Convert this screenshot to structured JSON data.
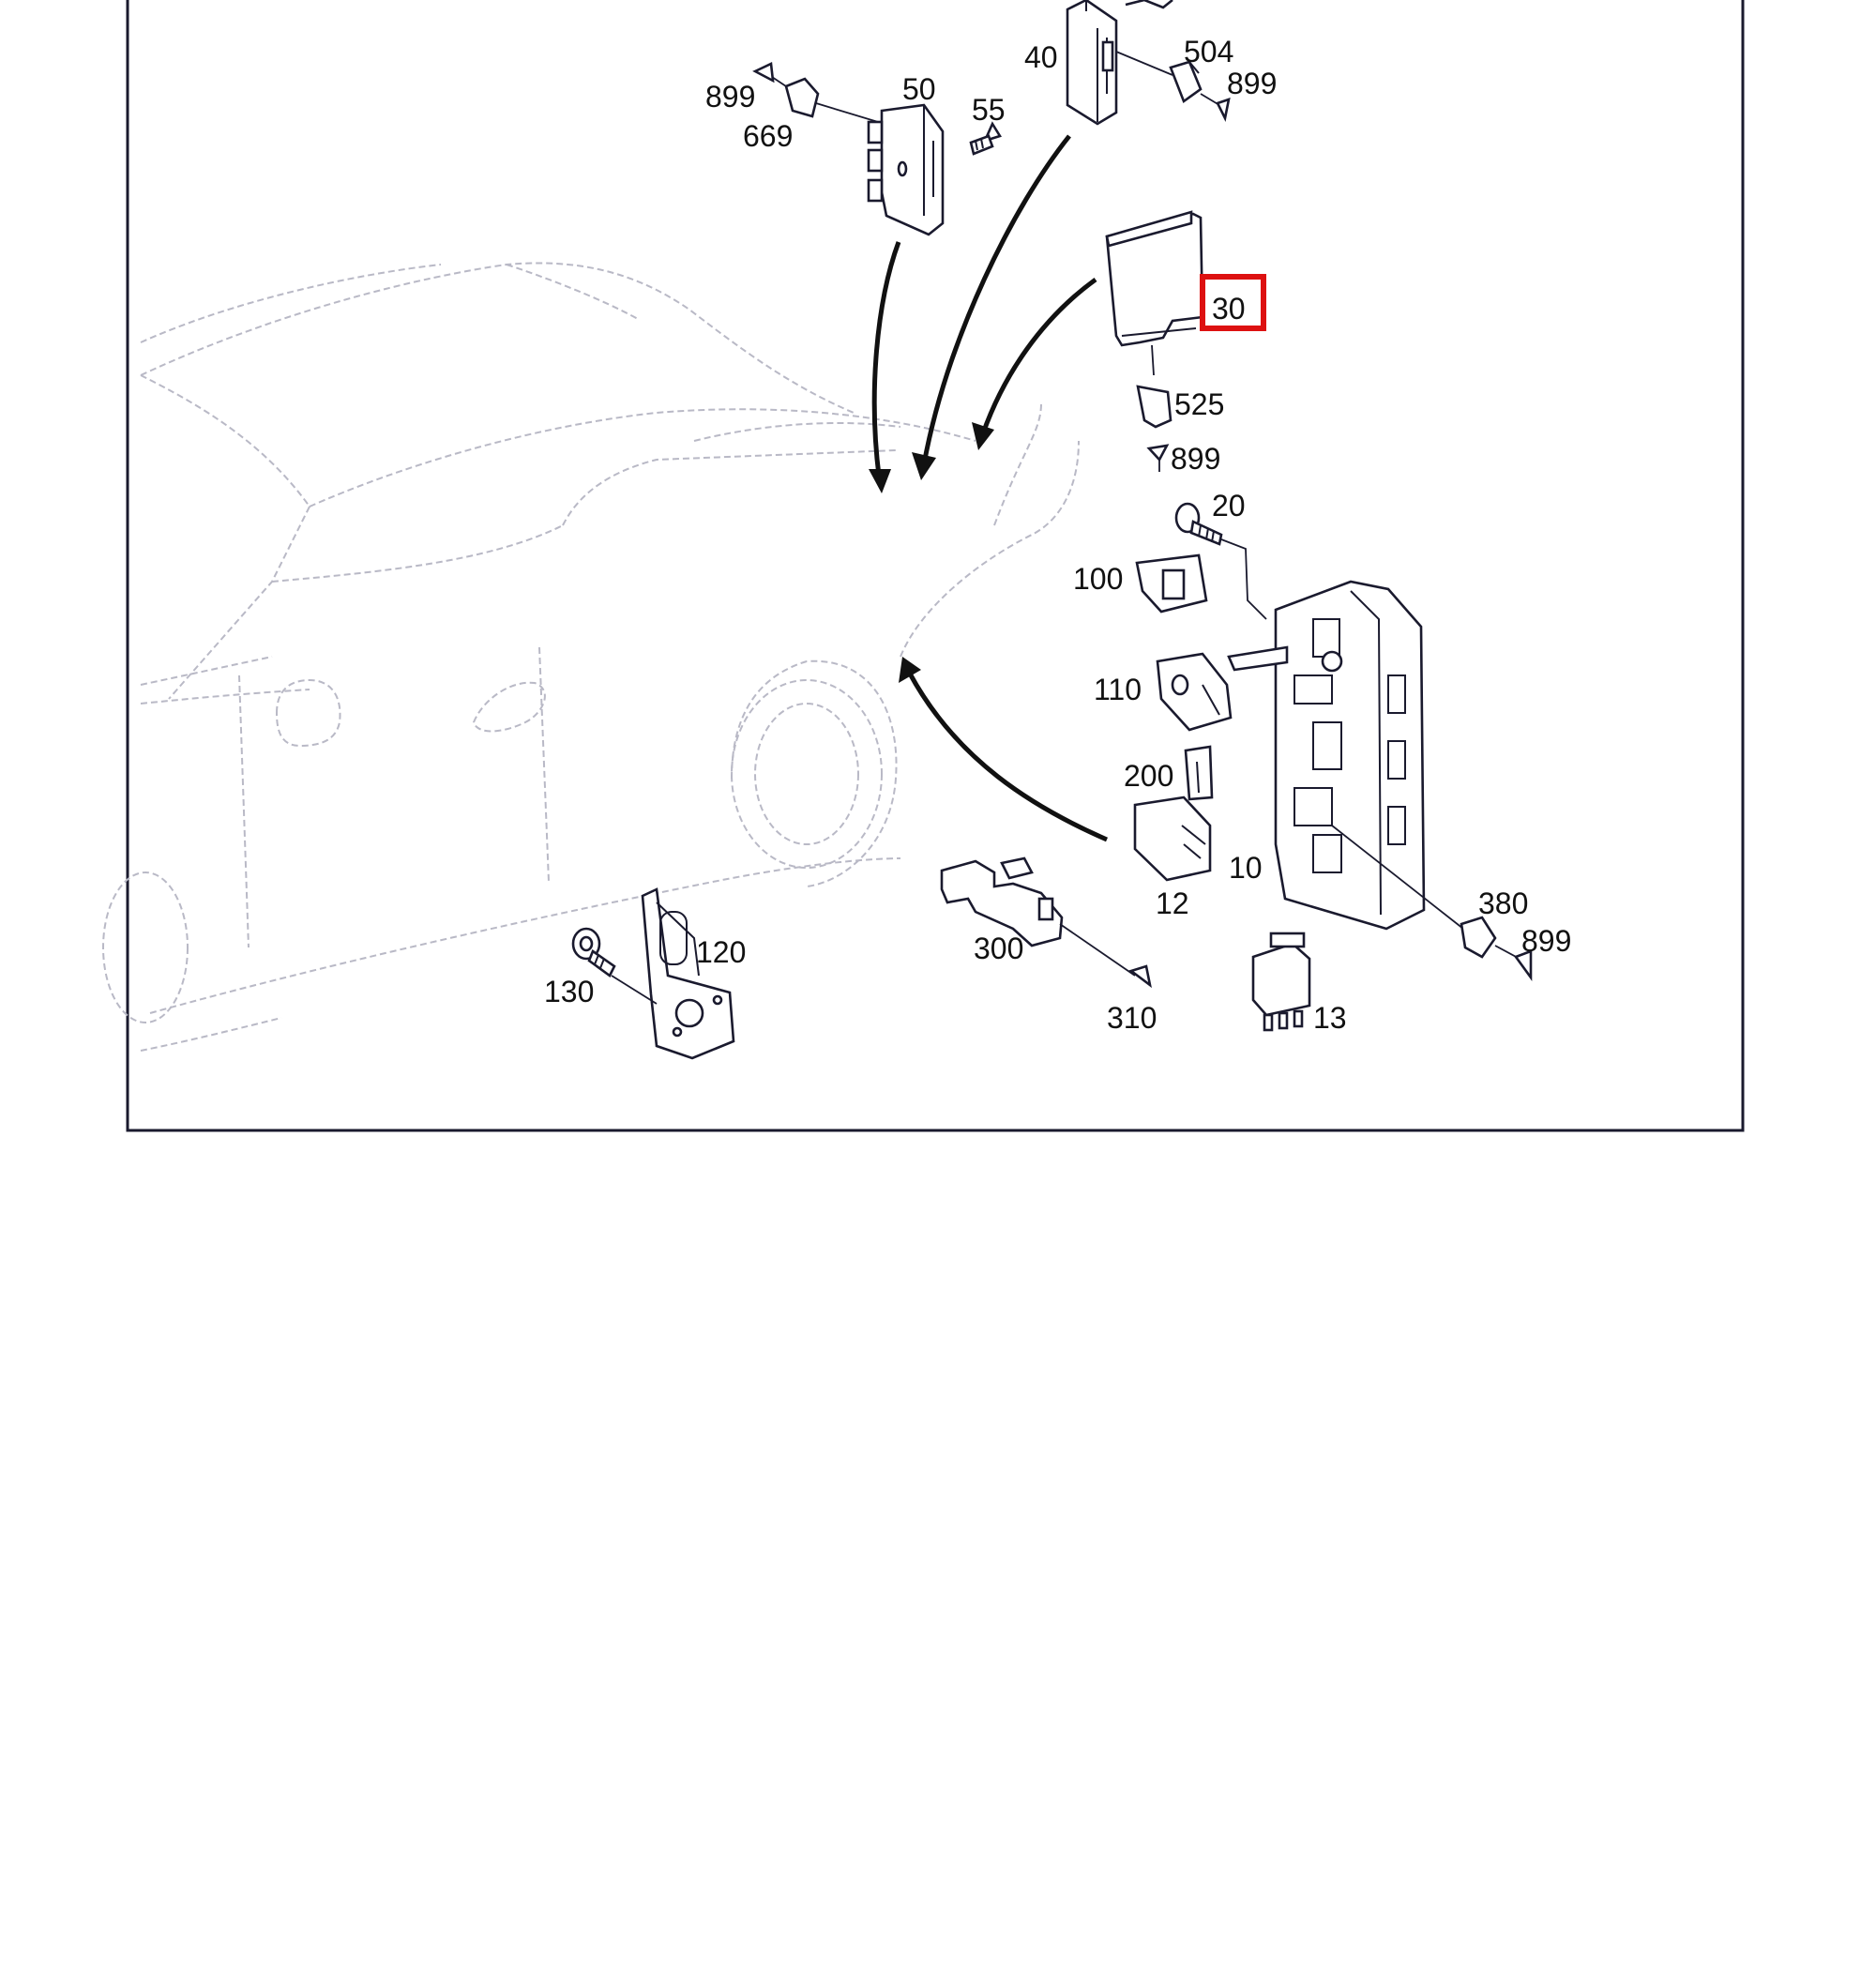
{
  "diagram": {
    "part_numbers": {
      "p40": "40",
      "p504": "504",
      "p899_top_right": "899",
      "p899_top_left": "899",
      "p50": "50",
      "p669": "669",
      "p55": "55",
      "p30": "30",
      "p525": "525",
      "p899_mid": "899",
      "p20": "20",
      "p100": "100",
      "p110": "110",
      "p200": "200",
      "p10": "10",
      "p12": "12",
      "p380": "380",
      "p899_bottom": "899",
      "p300": "300",
      "p310": "310",
      "p120": "120",
      "p130": "130",
      "p13": "13"
    },
    "highlighted_part": "30",
    "highlight_color": "#dd1111",
    "line_color": "#1a1a2e",
    "vehicle_outline_color": "#b9b9c6"
  }
}
